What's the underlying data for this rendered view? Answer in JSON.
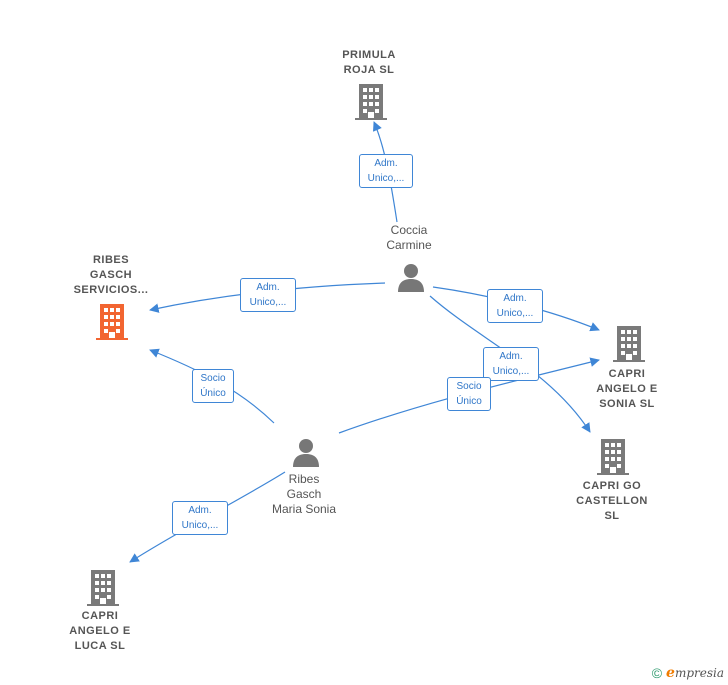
{
  "nodes": {
    "primula": {
      "lines": [
        "PRIMULA",
        "ROJA  SL"
      ],
      "color": "#7a7a7a"
    },
    "ribes_gasch_servicios": {
      "lines": [
        "RIBES",
        "GASCH",
        "SERVICIOS..."
      ],
      "color": "#f26531"
    },
    "coccia": {
      "lines": [
        "Coccia",
        "Carmine"
      ]
    },
    "ribes_maria": {
      "lines": [
        "Ribes",
        "Gasch",
        "Maria Sonia"
      ]
    },
    "capri_angelo_sonia": {
      "lines": [
        "CAPRI",
        "ANGELO E",
        "SONIA  SL"
      ],
      "color": "#7a7a7a"
    },
    "capri_go": {
      "lines": [
        "CAPRI GO",
        "CASTELLON",
        "SL"
      ],
      "color": "#7a7a7a"
    },
    "capri_angelo_luca": {
      "lines": [
        "CAPRI",
        "ANGELO E",
        "LUCA SL"
      ],
      "color": "#7a7a7a"
    }
  },
  "edge_labels": {
    "coccia_primula": [
      "Adm.",
      "Unico,..."
    ],
    "coccia_ribes": [
      "Adm.",
      "Unico,..."
    ],
    "coccia_capri_sonia": [
      "Adm.",
      "Unico,..."
    ],
    "coccia_capri_go": [
      "Adm.",
      "Unico,..."
    ],
    "maria_ribes": [
      "Socio",
      "Único"
    ],
    "maria_capri_sonia": [
      "Socio",
      "Único"
    ],
    "maria_capri_luca": [
      "Adm.",
      "Unico,..."
    ]
  },
  "footer": {
    "copyright": "©",
    "brand_initial": "e",
    "brand_rest": "mpresia"
  },
  "colors": {
    "edge": "#3f86d6",
    "highlight": "#f26531",
    "building": "#7a7a7a",
    "person": "#777777"
  }
}
